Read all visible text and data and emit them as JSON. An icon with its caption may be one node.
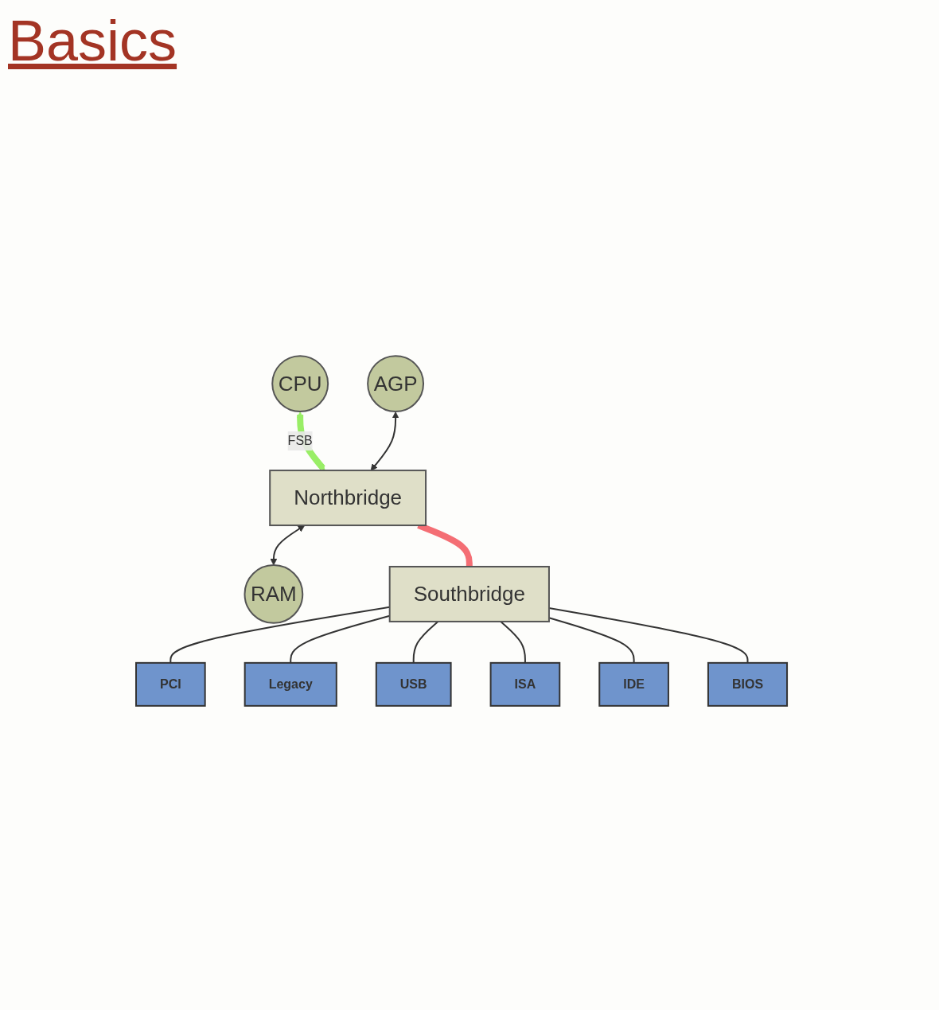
{
  "diagram": {
    "title": "Basics",
    "nodes": [
      {
        "text": [
          "CPU"
        ]
      },
      {
        "text": [
          "Northbridge"
        ]
      },
      {
        "text": [
          "AGP"
        ]
      },
      {
        "text": [
          "RAM"
        ]
      },
      {
        "text": [
          "Southbridge"
        ]
      },
      {
        "text": [
          "PCI"
        ]
      },
      {
        "text": [
          "Legacy"
        ]
      },
      {
        "text": [
          "USB"
        ]
      },
      {
        "text": [
          "ISA"
        ]
      },
      {
        "text": [
          "IDE"
        ]
      },
      {
        "text": [
          "BIOS"
        ]
      }
    ],
    "edges": [
      {
        "from": 0,
        "to": 1,
        "arrow": "both",
        "label": "FSB",
        "style": "thick",
        "color": "#99ee66"
      },
      {
        "from": 2,
        "to": 1,
        "arrow": "both"
      },
      {
        "from": 1,
        "to": 3,
        "arrow": "both"
      },
      {
        "from": 1,
        "to": 4,
        "arrow": "none",
        "style": "thick",
        "color": "#f46e74"
      },
      {
        "from": 4,
        "to": 5,
        "arrow": "none"
      },
      {
        "from": 4,
        "to": 6,
        "arrow": "none"
      },
      {
        "from": 4,
        "to": 7,
        "arrow": "none"
      },
      {
        "from": 4,
        "to": 8,
        "arrow": "none"
      },
      {
        "from": 4,
        "to": 9,
        "arrow": "none"
      },
      {
        "from": 4,
        "to": 10,
        "arrow": "none"
      }
    ]
  }
}
